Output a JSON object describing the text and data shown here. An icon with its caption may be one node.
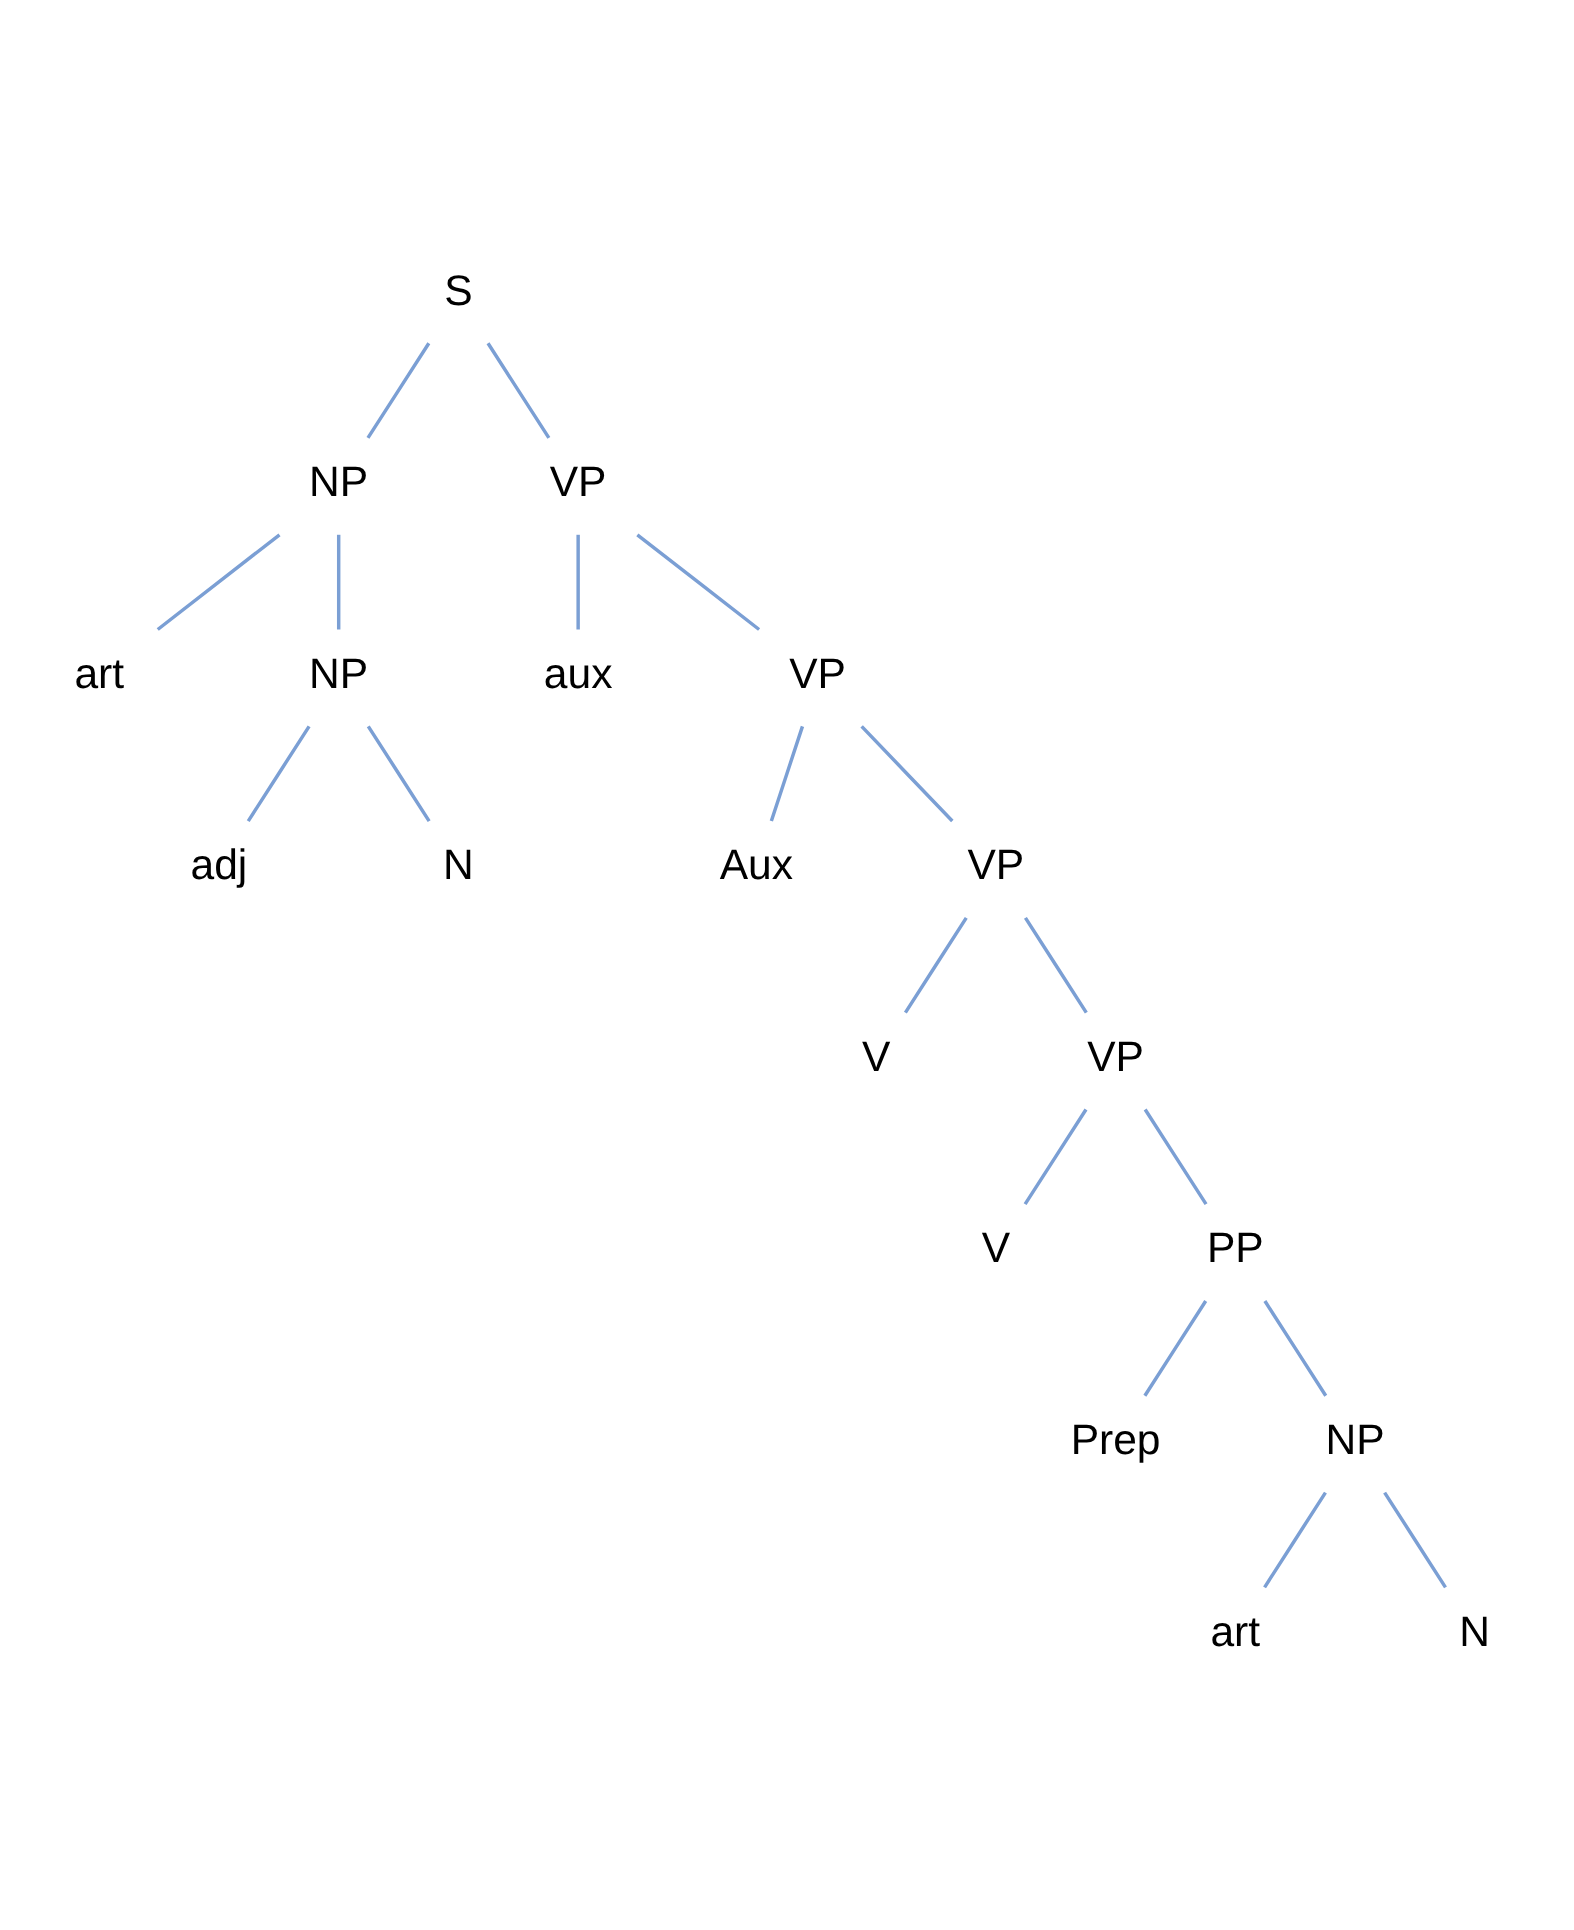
{
  "diagram": {
    "nodes": [
      {
        "text": [
          "S"
        ]
      },
      {
        "text": [
          "NP"
        ]
      },
      {
        "text": [
          "VP"
        ]
      },
      {
        "text": [
          "art"
        ]
      },
      {
        "text": [
          "NP"
        ]
      },
      {
        "text": [
          "aux"
        ]
      },
      {
        "text": [
          "VP"
        ]
      },
      {
        "text": [
          "adj"
        ]
      },
      {
        "text": [
          "N"
        ]
      },
      {
        "text": [
          "Aux"
        ]
      },
      {
        "text": [
          "VP"
        ]
      },
      {
        "text": [
          "V"
        ]
      },
      {
        "text": [
          "VP"
        ]
      },
      {
        "text": [
          "V"
        ]
      },
      {
        "text": [
          "PP"
        ]
      },
      {
        "text": [
          "Prep"
        ]
      },
      {
        "text": [
          "NP"
        ]
      },
      {
        "text": [
          "art"
        ]
      },
      {
        "text": [
          "N"
        ]
      }
    ],
    "edges": [
      {
        "from": 0,
        "to": 1,
        "arrow": "none"
      },
      {
        "from": 0,
        "to": 2,
        "arrow": "none"
      },
      {
        "from": 1,
        "to": 3,
        "arrow": "none"
      },
      {
        "from": 1,
        "to": 4,
        "arrow": "none"
      },
      {
        "from": 4,
        "to": 7,
        "arrow": "none"
      },
      {
        "from": 4,
        "to": 8,
        "arrow": "none"
      },
      {
        "from": 2,
        "to": 5,
        "arrow": "none"
      },
      {
        "from": 2,
        "to": 6,
        "arrow": "none"
      },
      {
        "from": 6,
        "to": 9,
        "arrow": "none"
      },
      {
        "from": 6,
        "to": 10,
        "arrow": "none"
      },
      {
        "from": 10,
        "to": 11,
        "arrow": "none"
      },
      {
        "from": 10,
        "to": 12,
        "arrow": "none"
      },
      {
        "from": 12,
        "to": 13,
        "arrow": "none"
      },
      {
        "from": 12,
        "to": 14,
        "arrow": "none"
      },
      {
        "from": 14,
        "to": 15,
        "arrow": "none"
      },
      {
        "from": 14,
        "to": 16,
        "arrow": "none"
      },
      {
        "from": 16,
        "to": 17,
        "arrow": "none"
      },
      {
        "from": 16,
        "to": 18,
        "arrow": "none"
      }
    ]
  }
}
